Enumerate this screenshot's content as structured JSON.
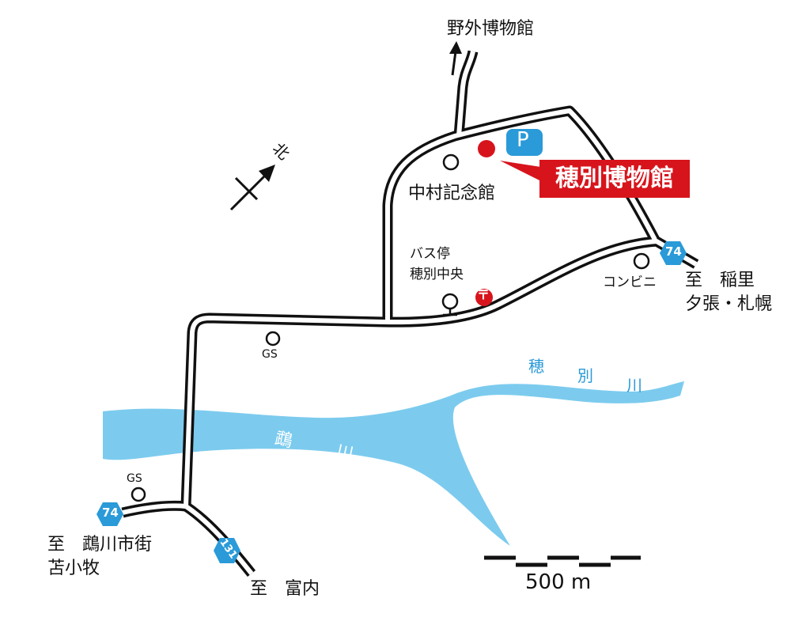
{
  "destinations": {
    "field_museum": "野外博物館",
    "inasato": "至　稲里",
    "yubari_sapporo": "夕張・札幌",
    "mukawa_town": "至　鵡川市街",
    "tomakomai": "苫小牧",
    "tomiuchi": "至　富内"
  },
  "landmarks": {
    "museum": "穂別博物館",
    "parking": "P",
    "nakamura": "中村記念館",
    "bus_stop_line1": "バス停",
    "bus_stop_line2": "穂別中央",
    "post_office": "〒",
    "convenience": "コンビニ",
    "gs_upper": "GS",
    "gs_lower": "GS"
  },
  "rivers": {
    "mukawa": [
      "鵡",
      "川"
    ],
    "hobetsu": [
      "穂",
      "別",
      "川"
    ]
  },
  "routes": {
    "route_74_a": "74",
    "route_74_b": "74",
    "route_131": "131"
  },
  "north": "北",
  "scale": "500 m",
  "colors": {
    "river": "#7ccbee",
    "route_sign": "#2a9ad8",
    "museum": "#d7141c",
    "road": "#111111"
  }
}
